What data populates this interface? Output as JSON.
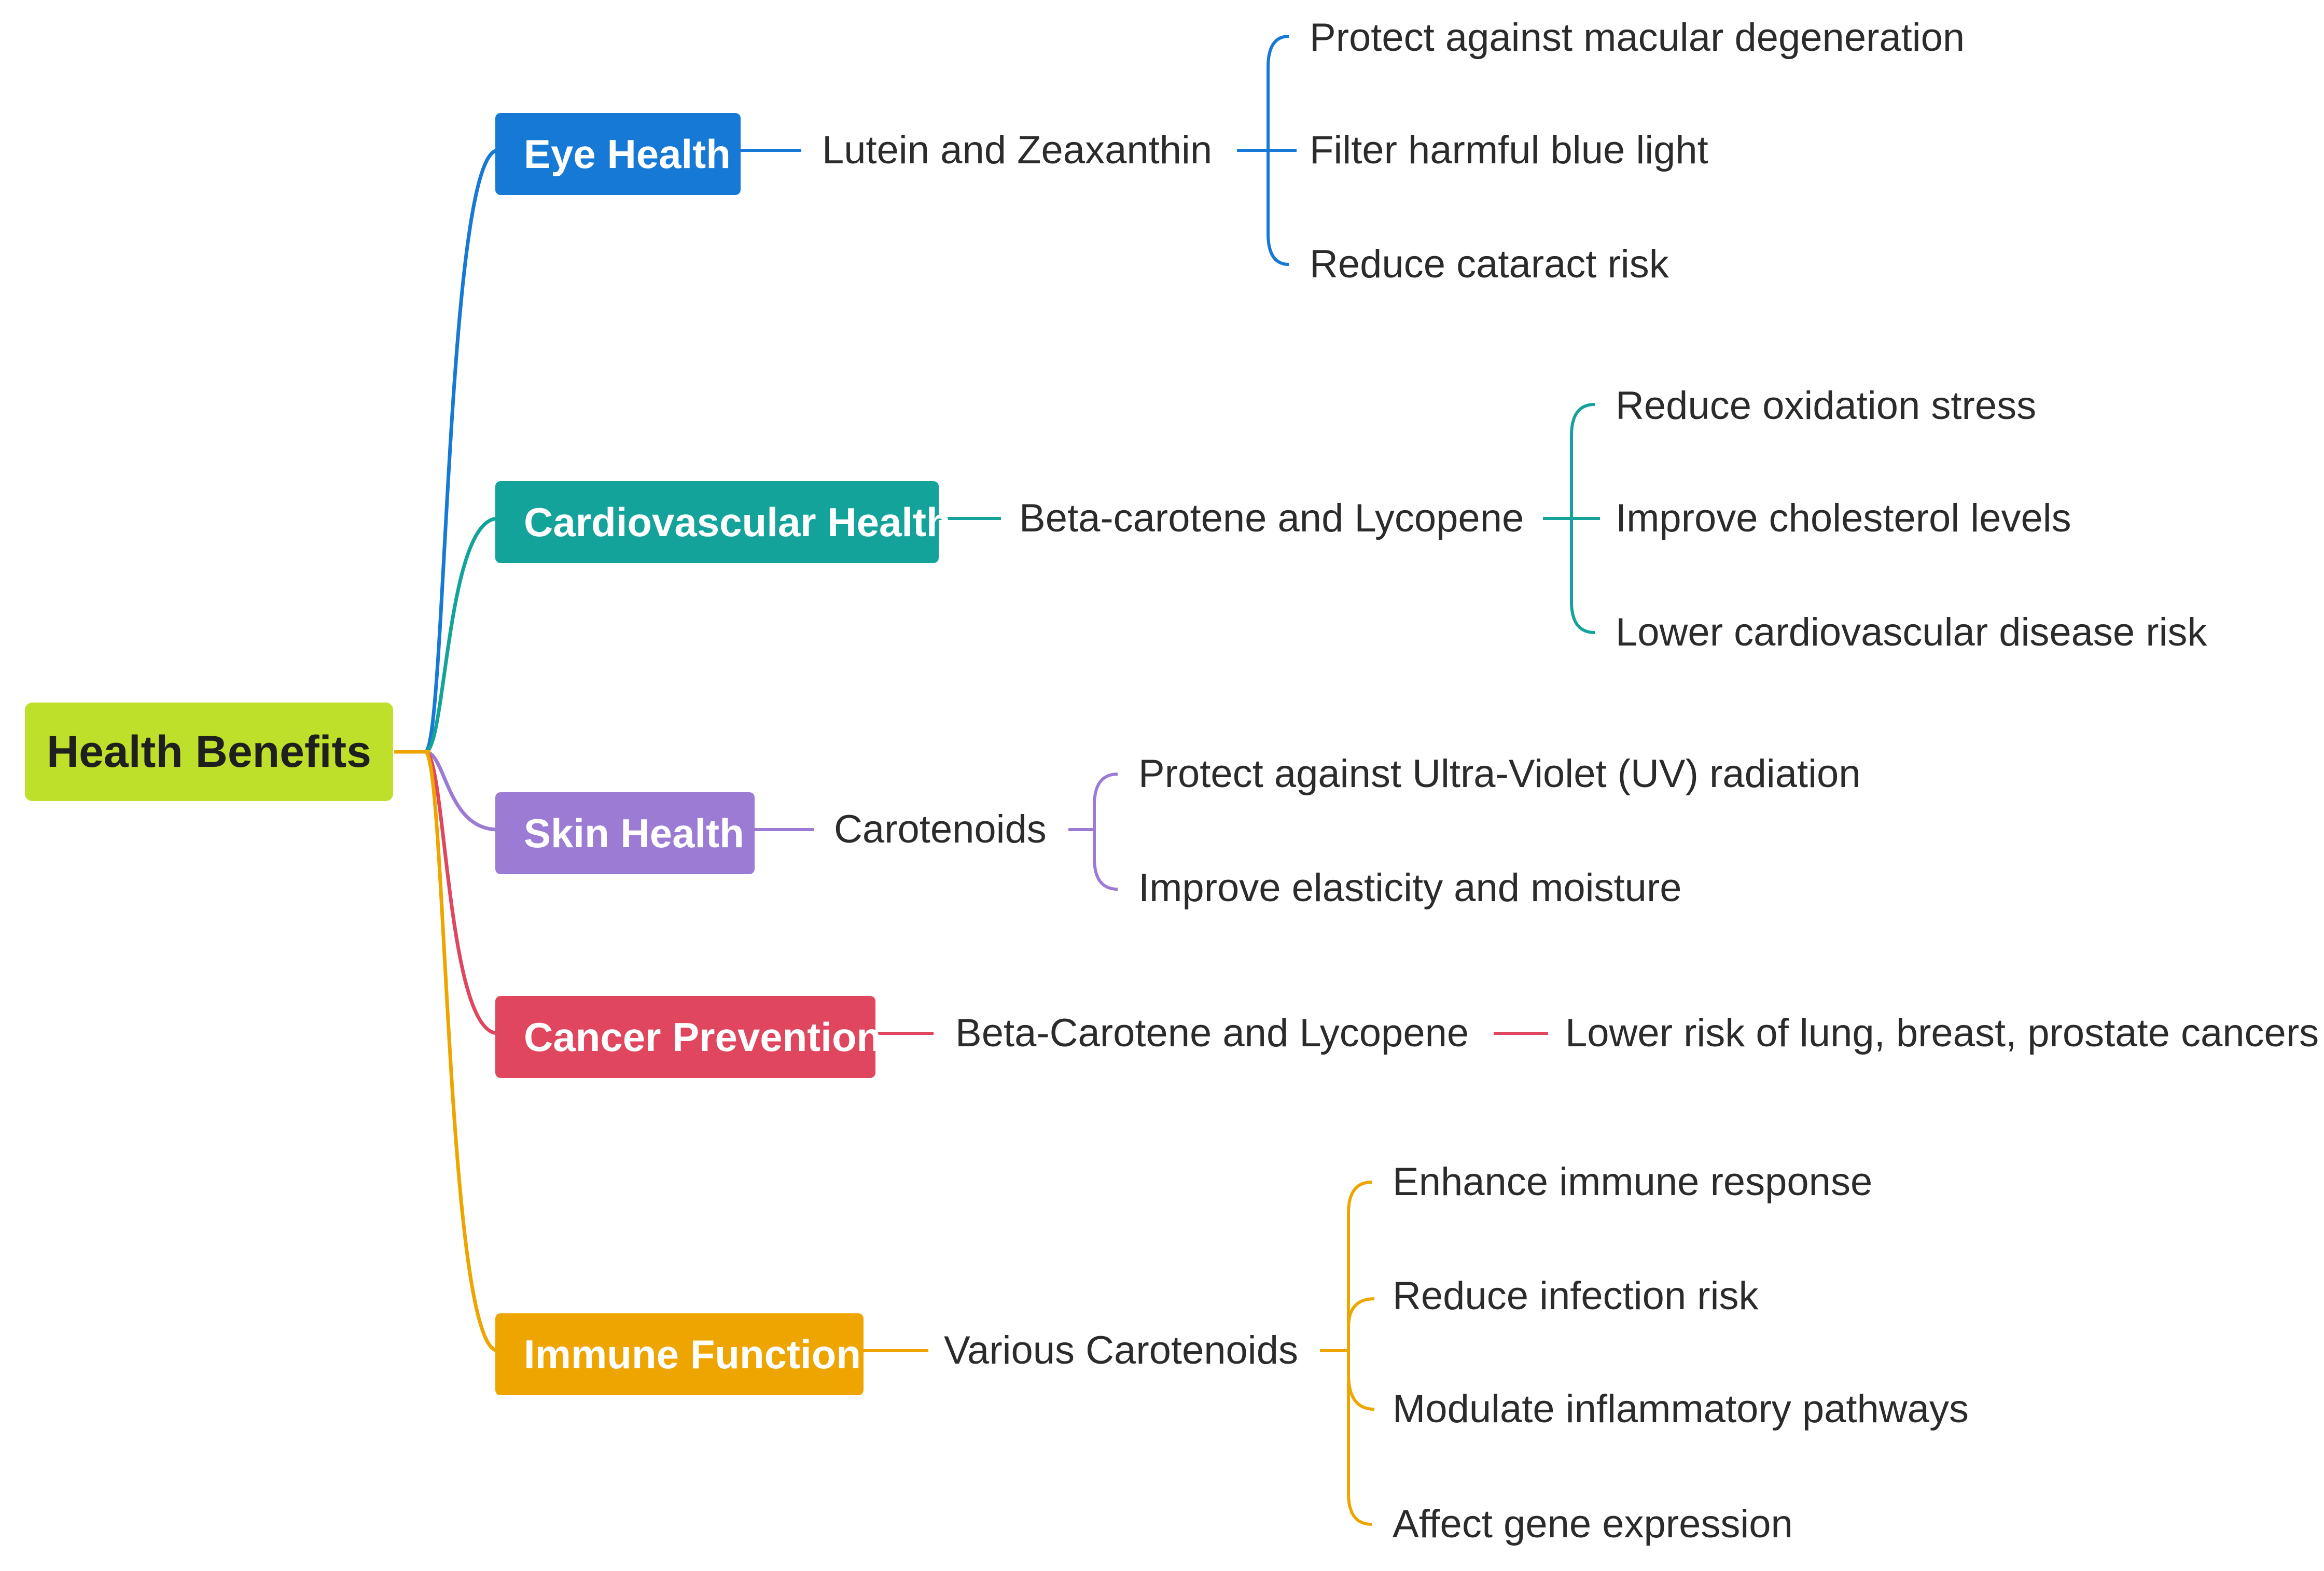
{
  "root": {
    "label": "Health Benefits",
    "color": "#BFE02A"
  },
  "branches": [
    {
      "name": "Eye Health",
      "color": "#1679D6",
      "compound": "Lutein and Zeaxanthin",
      "benefits": [
        "Protect against macular degeneration",
        "Filter harmful blue light",
        "Reduce cataract risk"
      ]
    },
    {
      "name": "Cardiovascular Health",
      "color": "#13A39A",
      "compound": "Beta-carotene and Lycopene",
      "benefits": [
        "Reduce oxidation stress",
        "Improve cholesterol levels",
        "Lower cardiovascular disease risk"
      ]
    },
    {
      "name": "Skin Health",
      "color": "#9B7BD4",
      "compound": "Carotenoids",
      "benefits": [
        "Protect against Ultra-Violet (UV) radiation",
        "Improve elasticity and moisture"
      ]
    },
    {
      "name": "Cancer Prevention",
      "color": "#E0465E",
      "compound": "Beta-Carotene and Lycopene",
      "benefits": [
        "Lower risk of lung, breast, prostate cancers"
      ]
    },
    {
      "name": "Immune Function",
      "color": "#EFA500",
      "compound": "Various Carotenoids",
      "benefits": [
        "Enhance immune response",
        "Reduce infection risk",
        "Modulate inflammatory pathways",
        "Affect gene expression"
      ]
    }
  ]
}
